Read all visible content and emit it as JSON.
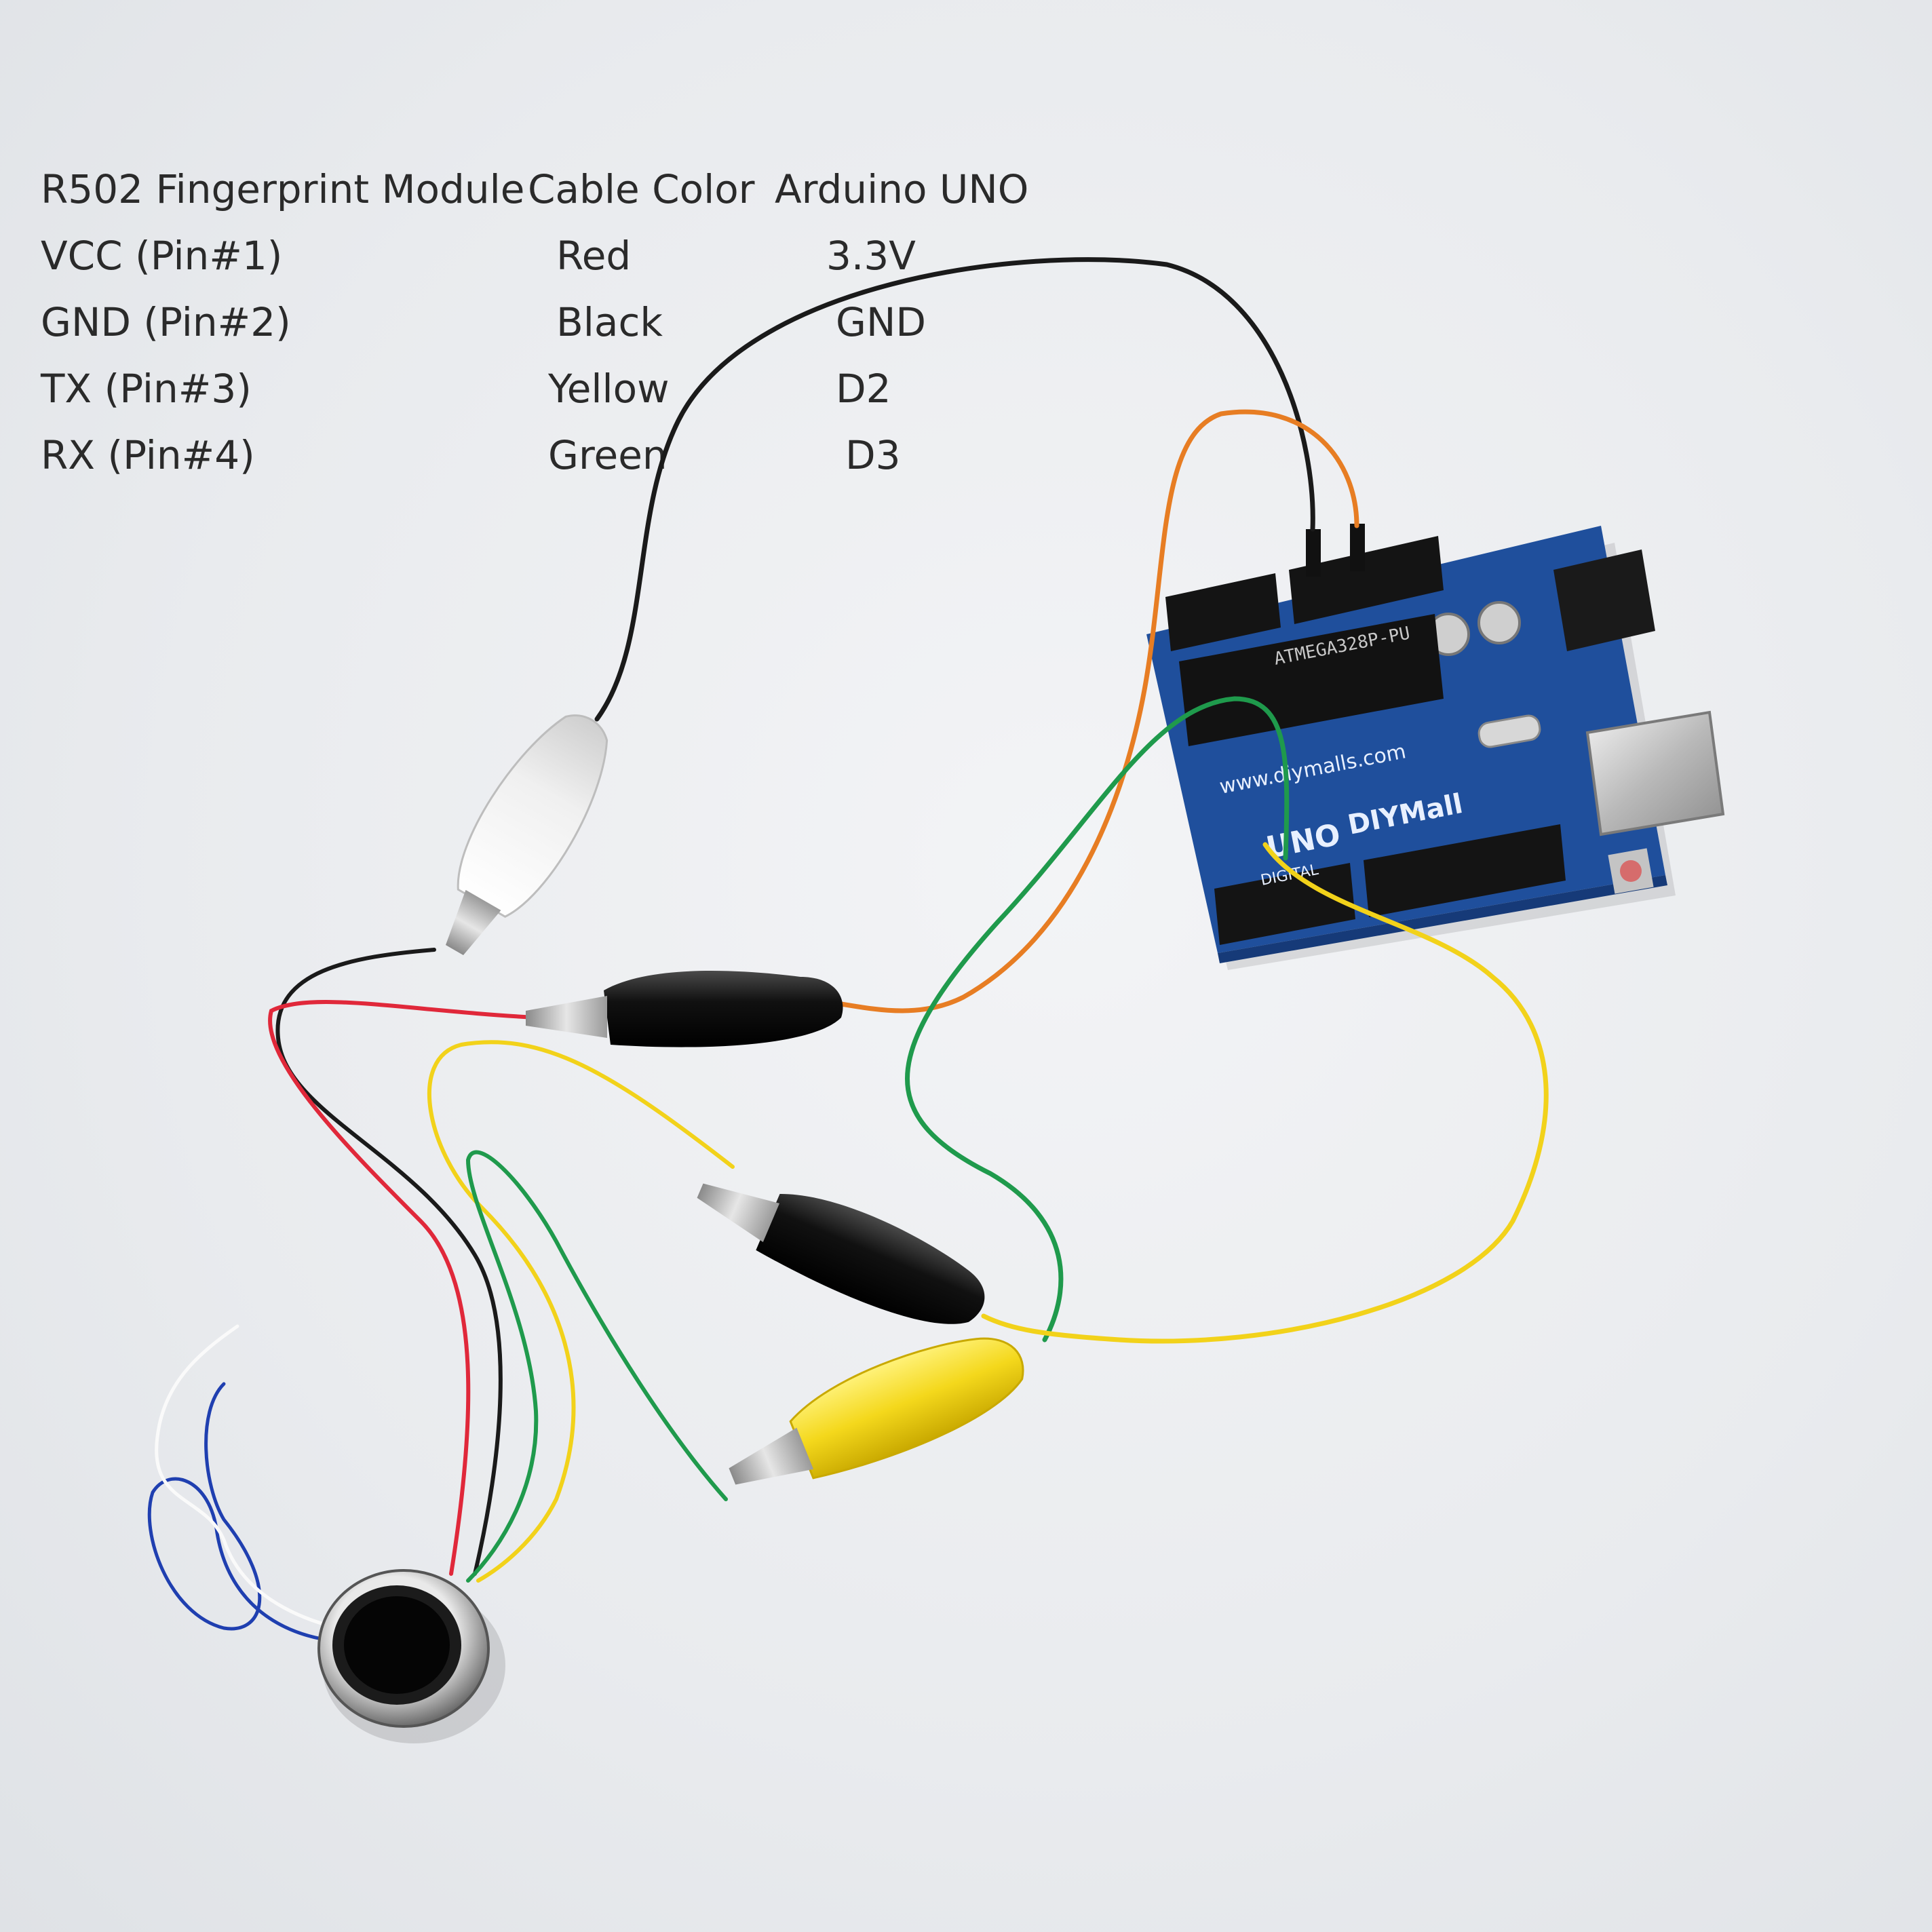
{
  "pinout": {
    "headers": [
      "R502 Fingerprint Module",
      "Cable Color",
      "Arduino UNO"
    ],
    "rows": [
      [
        "VCC (Pin#1)",
        "Red",
        "3.3V"
      ],
      [
        "GND (Pin#2)",
        "Black",
        "GND"
      ],
      [
        "TX (Pin#3)",
        "Yellow",
        "D2"
      ],
      [
        "RX (Pin#4)",
        "Green",
        "D3"
      ]
    ]
  },
  "board": {
    "silkscreen_url": "www.diymalls.com",
    "brand": "DIYMall",
    "model": "UNO",
    "chip": "ATMEGA328P-PU",
    "header_label": "DIGITAL"
  },
  "colors": {
    "background": "#eceef1",
    "pcb": "#1f4f9c",
    "wire_red": "#e0283a",
    "wire_black": "#1a1a1a",
    "wire_yellow": "#f2d21a",
    "wire_green": "#1f9a4c",
    "wire_orange": "#e77d23",
    "wire_blue": "#1f3fb0",
    "wire_white": "#f7f7f7"
  }
}
